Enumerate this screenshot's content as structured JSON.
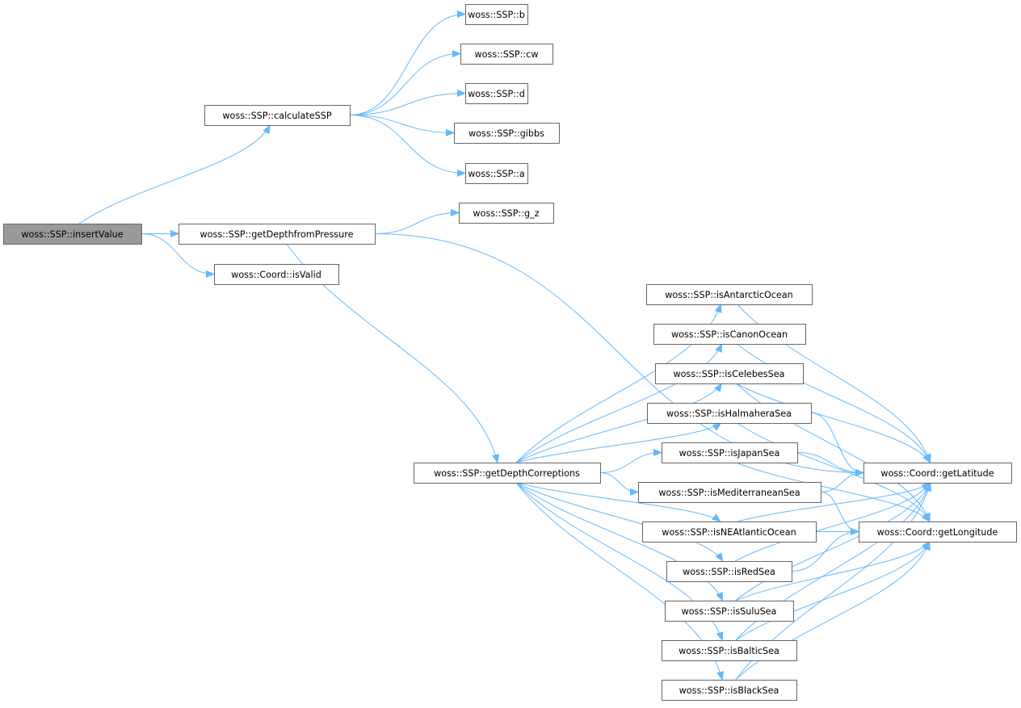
{
  "graph": {
    "nodes": [
      {
        "id": "insertValue",
        "label": "woss::SSP::insertValue",
        "root": true
      },
      {
        "id": "calculateSSP",
        "label": "woss::SSP::calculateSSP"
      },
      {
        "id": "getDepthfromPressure",
        "label": "woss::SSP::getDepthfromPressure"
      },
      {
        "id": "isValid",
        "label": "woss::Coord::isValid"
      },
      {
        "id": "b",
        "label": "woss::SSP::b"
      },
      {
        "id": "cw",
        "label": "woss::SSP::cw"
      },
      {
        "id": "d",
        "label": "woss::SSP::d"
      },
      {
        "id": "gibbs",
        "label": "woss::SSP::gibbs"
      },
      {
        "id": "a",
        "label": "woss::SSP::a"
      },
      {
        "id": "g_z",
        "label": "woss::SSP::g_z"
      },
      {
        "id": "getDepthCorreptions",
        "label": "woss::SSP::getDepthCorreptions"
      },
      {
        "id": "isAntarcticOcean",
        "label": "woss::SSP::isAntarcticOcean"
      },
      {
        "id": "isCanonOcean",
        "label": "woss::SSP::isCanonOcean"
      },
      {
        "id": "isCelebesSea",
        "label": "woss::SSP::isCelebesSea"
      },
      {
        "id": "isHalmaheraSea",
        "label": "woss::SSP::isHalmaheraSea"
      },
      {
        "id": "isJapanSea",
        "label": "woss::SSP::isJapanSea"
      },
      {
        "id": "isMediterraneanSea",
        "label": "woss::SSP::isMediterraneanSea"
      },
      {
        "id": "isNEAtlanticOcean",
        "label": "woss::SSP::isNEAtlanticOcean"
      },
      {
        "id": "isRedSea",
        "label": "woss::SSP::isRedSea"
      },
      {
        "id": "isSuluSea",
        "label": "woss::SSP::isSuluSea"
      },
      {
        "id": "isBalticSea",
        "label": "woss::SSP::isBalticSea"
      },
      {
        "id": "isBlackSea",
        "label": "woss::SSP::isBlackSea"
      },
      {
        "id": "getLatitude",
        "label": "woss::Coord::getLatitude"
      },
      {
        "id": "getLongitude",
        "label": "woss::Coord::getLongitude"
      }
    ],
    "edges": [
      [
        "insertValue",
        "calculateSSP"
      ],
      [
        "insertValue",
        "getDepthfromPressure"
      ],
      [
        "insertValue",
        "isValid"
      ],
      [
        "calculateSSP",
        "b"
      ],
      [
        "calculateSSP",
        "cw"
      ],
      [
        "calculateSSP",
        "d"
      ],
      [
        "calculateSSP",
        "gibbs"
      ],
      [
        "calculateSSP",
        "a"
      ],
      [
        "getDepthfromPressure",
        "g_z"
      ],
      [
        "getDepthfromPressure",
        "getLatitude"
      ],
      [
        "getDepthfromPressure",
        "getDepthCorreptions"
      ],
      [
        "getDepthCorreptions",
        "isAntarcticOcean"
      ],
      [
        "getDepthCorreptions",
        "isCanonOcean"
      ],
      [
        "getDepthCorreptions",
        "isCelebesSea"
      ],
      [
        "getDepthCorreptions",
        "isHalmaheraSea"
      ],
      [
        "getDepthCorreptions",
        "isJapanSea"
      ],
      [
        "getDepthCorreptions",
        "isMediterraneanSea"
      ],
      [
        "getDepthCorreptions",
        "isNEAtlanticOcean"
      ],
      [
        "getDepthCorreptions",
        "isRedSea"
      ],
      [
        "getDepthCorreptions",
        "isSuluSea"
      ],
      [
        "getDepthCorreptions",
        "isBalticSea"
      ],
      [
        "getDepthCorreptions",
        "isBlackSea"
      ],
      [
        "isAntarcticOcean",
        "getLatitude"
      ],
      [
        "isCanonOcean",
        "getLatitude"
      ],
      [
        "isCelebesSea",
        "getLatitude"
      ],
      [
        "isCelebesSea",
        "getLongitude"
      ],
      [
        "isHalmaheraSea",
        "getLatitude"
      ],
      [
        "isHalmaheraSea",
        "getLongitude"
      ],
      [
        "isJapanSea",
        "getLatitude"
      ],
      [
        "isJapanSea",
        "getLongitude"
      ],
      [
        "isMediterraneanSea",
        "getLatitude"
      ],
      [
        "isMediterraneanSea",
        "getLongitude"
      ],
      [
        "isNEAtlanticOcean",
        "getLatitude"
      ],
      [
        "isNEAtlanticOcean",
        "getLongitude"
      ],
      [
        "isRedSea",
        "getLatitude"
      ],
      [
        "isRedSea",
        "getLongitude"
      ],
      [
        "isSuluSea",
        "getLatitude"
      ],
      [
        "isSuluSea",
        "getLongitude"
      ],
      [
        "isBalticSea",
        "getLatitude"
      ],
      [
        "isBalticSea",
        "getLongitude"
      ],
      [
        "isBlackSea",
        "getLatitude"
      ],
      [
        "isBlackSea",
        "getLongitude"
      ]
    ]
  }
}
